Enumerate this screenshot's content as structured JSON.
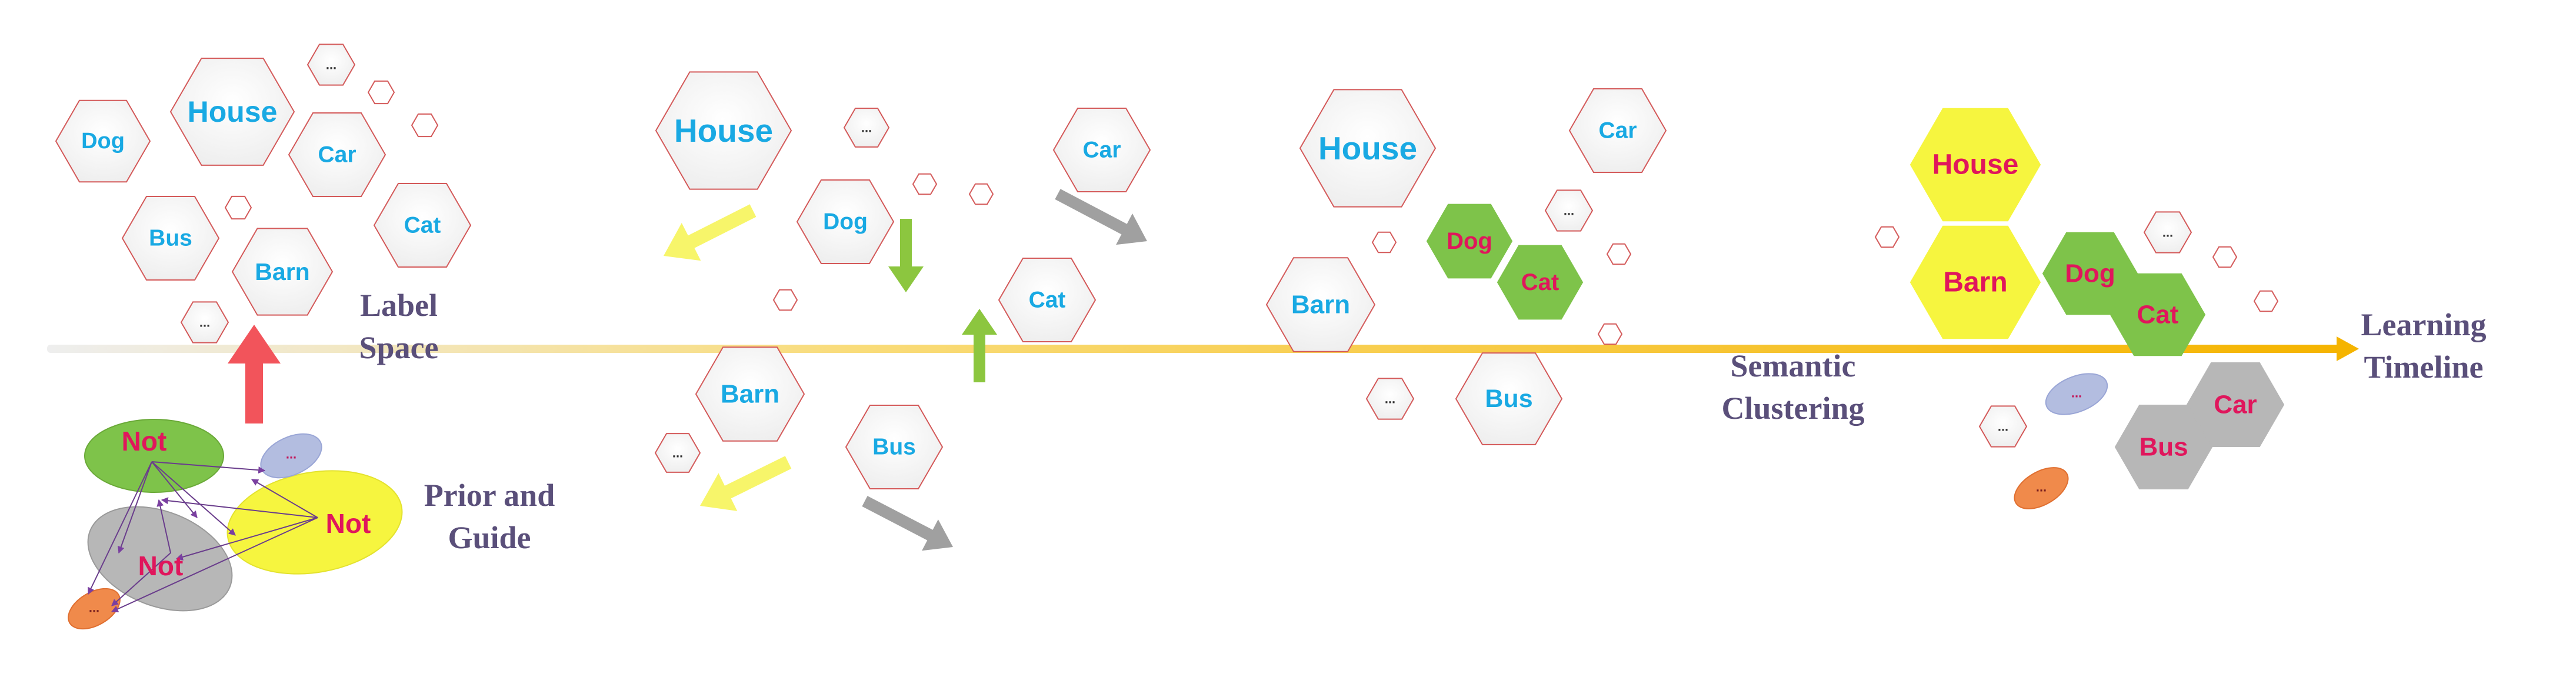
{
  "labels": {
    "house": "House",
    "dog": "Dog",
    "car": "Car",
    "bus": "Bus",
    "barn": "Barn",
    "cat": "Cat",
    "not": "Not",
    "ellipsis": "..."
  },
  "captions": {
    "label_space": [
      "Label",
      "Space"
    ],
    "prior_guide": [
      "Prior and",
      "Guide"
    ],
    "semantic_clustering": [
      "Semantic",
      "Clustering"
    ],
    "learning_timeline": [
      "Learning",
      "Timeline"
    ]
  },
  "colors": {
    "blue_text": "#19a9e3",
    "red_text": "#e0165c",
    "hex_stroke": "#d45a5a",
    "hex_fill": "#f5f5f5",
    "green": "#7ec34a",
    "yellow": "#f6f53f",
    "gray": "#b7b7b7",
    "lavender": "#b3bde0",
    "orange": "#f08a4b",
    "red_arrow": "#f2545b",
    "caption": "#5a4f7a",
    "timeline": "#f5b400"
  }
}
